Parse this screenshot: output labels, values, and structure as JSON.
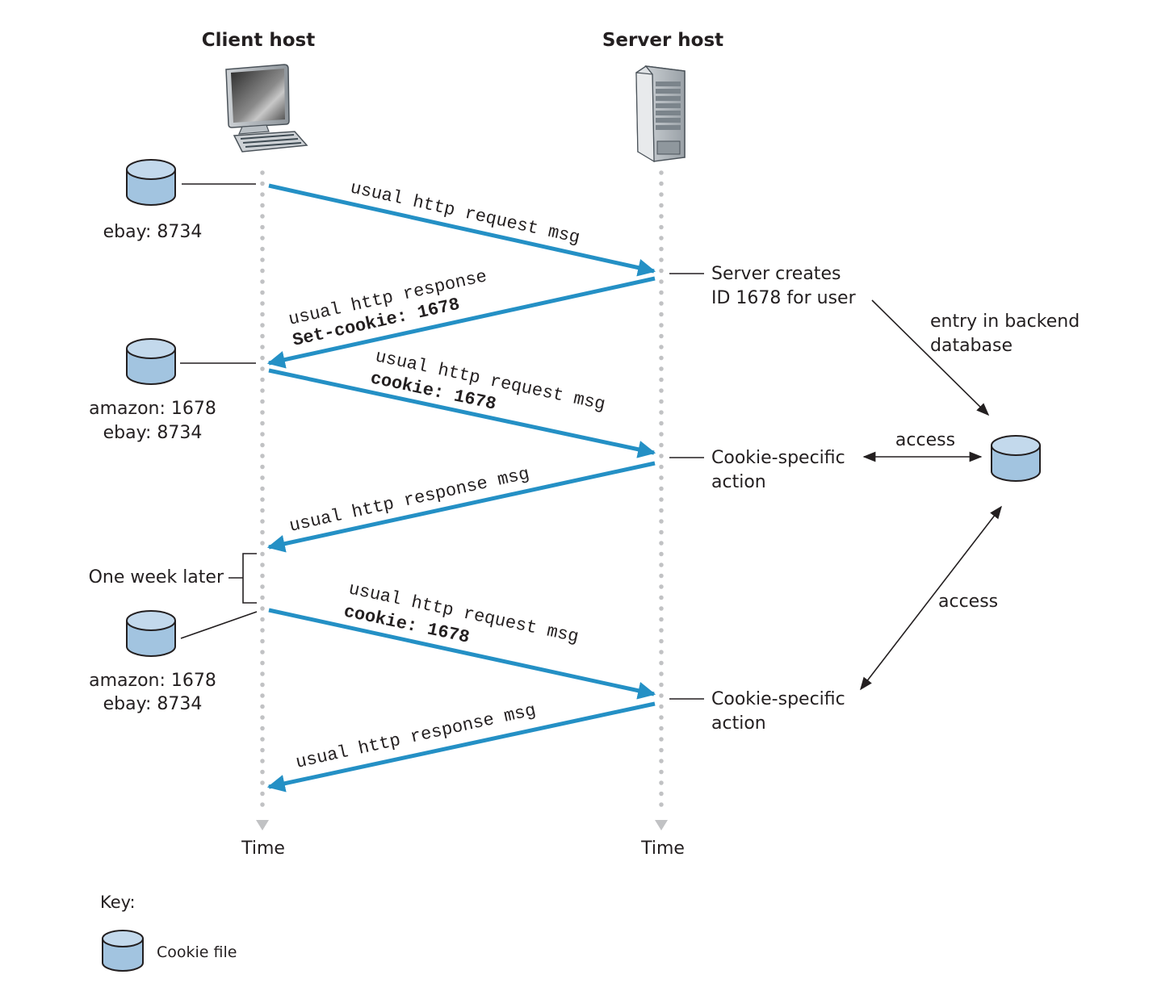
{
  "diagram": {
    "type": "sequence-diagram",
    "participants": [
      {
        "id": "client",
        "label": "Client host",
        "icon": "desktop-computer-icon",
        "axis_label": "Time"
      },
      {
        "id": "server",
        "label": "Server host",
        "icon": "server-tower-icon",
        "axis_label": "Time"
      }
    ],
    "messages": [
      {
        "from": "client",
        "to": "server",
        "lines": [
          {
            "text": "usual http request msg",
            "bold": false
          }
        ]
      },
      {
        "from": "server",
        "to": "client",
        "lines": [
          {
            "text": "usual http response",
            "bold": false
          },
          {
            "text": "Set-cookie: 1678",
            "bold": true
          }
        ]
      },
      {
        "from": "client",
        "to": "server",
        "lines": [
          {
            "text": "usual http request msg",
            "bold": false
          },
          {
            "text": "cookie: 1678",
            "bold": true
          }
        ]
      },
      {
        "from": "server",
        "to": "client",
        "lines": [
          {
            "text": "usual http response msg",
            "bold": false
          }
        ]
      },
      {
        "from": "client",
        "to": "server",
        "lines": [
          {
            "text": "usual http request msg",
            "bold": false
          },
          {
            "text": "cookie: 1678",
            "bold": true
          }
        ]
      },
      {
        "from": "server",
        "to": "client",
        "lines": [
          {
            "text": "usual http response msg",
            "bold": false
          }
        ]
      }
    ],
    "client_cookie_files": [
      {
        "lines": [
          "ebay: 8734"
        ]
      },
      {
        "lines": [
          "amazon: 1678",
          "ebay: 8734"
        ]
      },
      {
        "lines": [
          "amazon: 1678",
          "ebay: 8734"
        ]
      }
    ],
    "server_notes": [
      {
        "lines": [
          "Server creates",
          "ID 1678 for user"
        ]
      },
      {
        "lines": [
          "Cookie-specific",
          "action"
        ]
      },
      {
        "lines": [
          "Cookie-specific",
          "action"
        ]
      }
    ],
    "backend": {
      "entry_label": [
        "entry in backend",
        "database"
      ],
      "access_label_1": "access",
      "access_label_2": "access"
    },
    "interval_label": "One week later",
    "key": {
      "title": "Key:",
      "items": [
        {
          "icon": "cookie-file-cylinder-icon",
          "label": "Cookie file"
        }
      ]
    },
    "colors": {
      "message_arrow": "#2490c5",
      "timeline": "#c1c2c4",
      "cylinder_fill": "#a2c4e0",
      "cylinder_top": "#c3d9ec",
      "text": "#231f20"
    }
  }
}
